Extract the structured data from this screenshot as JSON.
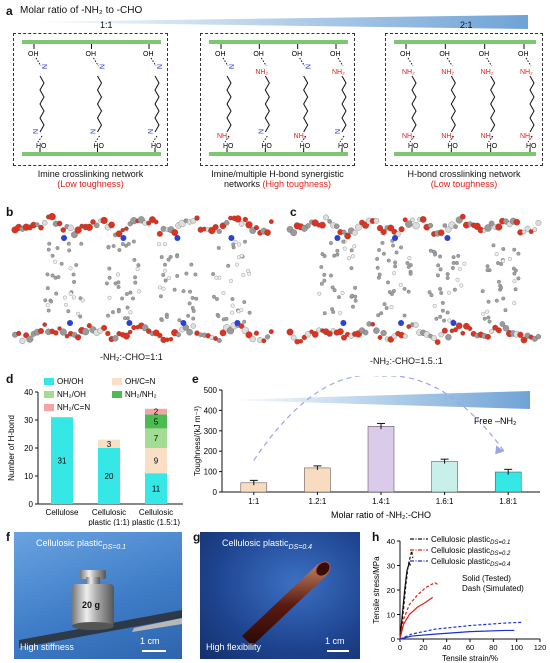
{
  "panel_a": {
    "label": "a",
    "arrow_title": "Molar ratio of -NH₂ to -CHO",
    "ratio_left": "1:1",
    "ratio_right": "2:1",
    "networks": [
      {
        "name": "Imine crosslinking network",
        "toughness": "(Low toughness)"
      },
      {
        "name_l1": "Imine/multiple H-bond synergistic",
        "name_l2": "networks",
        "toughness": "(High toughness)"
      },
      {
        "name": "H-bond crosslinking network",
        "toughness": "(Low toughness)"
      }
    ],
    "labels": {
      "oh": "OH",
      "ho": "HO",
      "nh2": "NH₂",
      "n": "N"
    }
  },
  "panel_b": {
    "label": "b",
    "caption": "-NH₂:-CHO=1:1"
  },
  "panel_c": {
    "label": "c",
    "caption": "-NH₂:-CHO=1.5.:1"
  },
  "panel_d": {
    "label": "d",
    "legend": [
      "OH/OH",
      "OH/C=N",
      "NH₂/OH",
      "NH₂/NH₂",
      "NH₂/C=N"
    ],
    "colors": [
      "#35e8e6",
      "#f9dfc6",
      "#a3dc95",
      "#4dbb52",
      "#f6a3a3"
    ]
  },
  "panel_e": {
    "label": "e",
    "free_label": "Free –NH₂"
  },
  "panel_f": {
    "label": "f",
    "title": "Cellulosic plastic",
    "sub": "DS=0.1",
    "weight": "20 g",
    "caption": "High stiffness",
    "scale": "1 cm"
  },
  "panel_g": {
    "label": "g",
    "title": "Cellulosic plastic",
    "sub": "DS=0.4",
    "caption": "High flexibility",
    "scale": "1 cm"
  },
  "panel_h": {
    "label": "h",
    "note1": "Solid (Tested)",
    "note2": "Dash (Simulated)"
  },
  "chart_data": [
    {
      "type": "bar",
      "stacked": true,
      "ylabel": "Number of H-bond",
      "ylim": [
        0,
        40
      ],
      "yticks": [
        0,
        10,
        20,
        30,
        40
      ],
      "categories": [
        "Cellulose",
        "Cellulosic plastic (1:1)",
        "Cellulosic plastic (1.5:1)"
      ],
      "category_lines": [
        [
          "Cellulose"
        ],
        [
          "Cellulosic",
          "plastic (1:1)"
        ],
        [
          "Cellulosic",
          "plastic (1.5:1)"
        ]
      ],
      "series": [
        {
          "name": "OH/OH",
          "values": [
            31,
            20,
            11
          ]
        },
        {
          "name": "OH/C=N",
          "values": [
            0,
            3,
            9
          ]
        },
        {
          "name": "NH₂/OH",
          "values": [
            0,
            0,
            7
          ]
        },
        {
          "name": "NH₂/NH₂",
          "values": [
            0,
            0,
            5
          ]
        },
        {
          "name": "NH₂/C=N",
          "values": [
            0,
            0,
            2
          ]
        }
      ]
    },
    {
      "type": "bar",
      "ylabel": "Toughness/(kJ m⁻³)",
      "xlabel": "Molar ratio of -NH₂:-CHO",
      "ylim": [
        0,
        500
      ],
      "yticks": [
        0,
        100,
        200,
        300,
        400,
        500
      ],
      "categories": [
        "1:1",
        "1.2:1",
        "1.4:1",
        "1.6:1",
        "1.8:1"
      ],
      "values": [
        45,
        118,
        322,
        150,
        98
      ],
      "errors": [
        12,
        10,
        14,
        11,
        13
      ],
      "colors": [
        "#f9dcc0",
        "#f9dcc0",
        "#d9cbe9",
        "#c8f0ea",
        "#35e8e6"
      ]
    },
    {
      "type": "line",
      "xlabel": "Tensile strain/%",
      "ylabel": "Tensile stress/MPa",
      "xlim": [
        0,
        120
      ],
      "ylim": [
        0,
        40
      ],
      "xticks": [
        0,
        20,
        40,
        60,
        80,
        100,
        120
      ],
      "yticks": [
        0,
        10,
        20,
        30,
        40
      ],
      "series": [
        {
          "name": "Cellulosic plastic",
          "sub": "DS=0.1",
          "color": "#111111",
          "solid": [
            [
              0,
              0
            ],
            [
              2,
              10
            ],
            [
              4,
              20
            ],
            [
              6,
              28
            ],
            [
              8,
              31
            ],
            [
              9,
              30
            ]
          ],
          "dash": [
            [
              0,
              0
            ],
            [
              3,
              12
            ],
            [
              5,
              22
            ],
            [
              7,
              30
            ],
            [
              9,
              34
            ],
            [
              10,
              36
            ],
            [
              11,
              33
            ]
          ]
        },
        {
          "name": "Cellulosic plastic",
          "sub": "DS=0.2",
          "color": "#e0201b",
          "solid": [
            [
              0,
              0
            ],
            [
              3,
              6
            ],
            [
              8,
              10
            ],
            [
              15,
              13
            ],
            [
              22,
              15
            ],
            [
              28,
              17
            ]
          ],
          "dash": [
            [
              0,
              0
            ],
            [
              3,
              8
            ],
            [
              8,
              14
            ],
            [
              15,
              18
            ],
            [
              22,
              21
            ],
            [
              30,
              23
            ],
            [
              33,
              22
            ]
          ]
        },
        {
          "name": "Cellulosic plastic",
          "sub": "DS=0.4",
          "color": "#1d2fd0",
          "solid": [
            [
              0,
              0
            ],
            [
              10,
              1.2
            ],
            [
              30,
              2
            ],
            [
              60,
              3
            ],
            [
              90,
              3.5
            ],
            [
              98,
              3.5
            ]
          ],
          "dash": [
            [
              0,
              0
            ],
            [
              10,
              2
            ],
            [
              30,
              4
            ],
            [
              60,
              5.5
            ],
            [
              90,
              6.5
            ],
            [
              104,
              6.8
            ]
          ]
        }
      ]
    }
  ]
}
